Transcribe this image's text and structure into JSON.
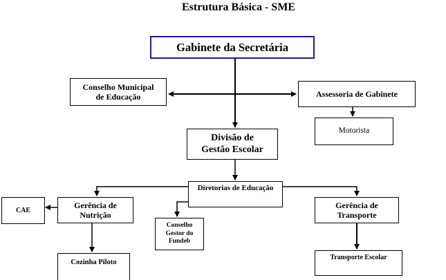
{
  "title": "Estrutura Básica - SME",
  "nodes": {
    "gabinete": "Gabinete da Secretária",
    "conselho_municipal": [
      "Conselho Municipal",
      "de Educação"
    ],
    "assessoria": "Assessoria de Gabinete",
    "motorista": "Motorista",
    "divisao": [
      "Divisão de",
      "Gestão Escolar"
    ],
    "diretorias": "Diretorias de Educação",
    "cae": "CAE",
    "nutricao": [
      "Gerência de",
      "Nutrição"
    ],
    "conselho_fundeb": [
      "Conselho",
      "Gestor do",
      "Fundeb"
    ],
    "transporte": [
      "Gerência de",
      "Transporte"
    ],
    "cozinha": "Cozinha Piloto",
    "transporte_escolar": "Transporte Escolar"
  },
  "colors": {
    "highlight_border": "#1a1aa6",
    "line": "#000000"
  }
}
